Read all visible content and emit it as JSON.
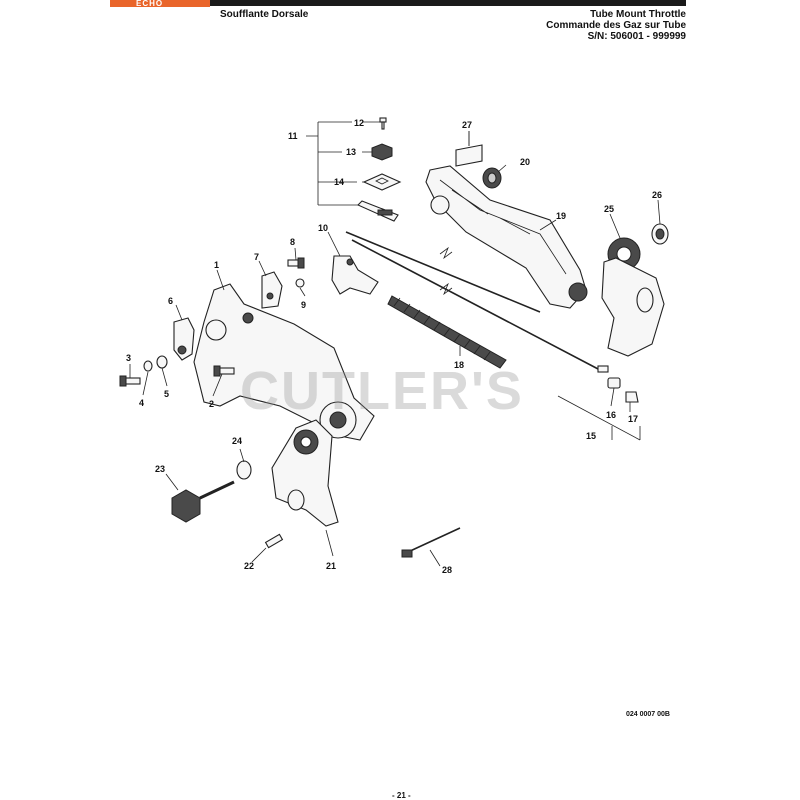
{
  "header": {
    "brand": "ECHO",
    "title_left": "Soufflante Dorsale",
    "title_right": [
      "Tube Mount Throttle",
      "Commande des Gaz sur Tube",
      "S/N: 506001 - 999999"
    ]
  },
  "watermark": "CUTLER'S",
  "drawing_number": "024 0007 00B",
  "page_number": "- 21 -",
  "callouts": [
    "1",
    "2",
    "3",
    "4",
    "5",
    "6",
    "7",
    "8",
    "9",
    "10",
    "11",
    "12",
    "13",
    "14",
    "15",
    "16",
    "17",
    "18",
    "19",
    "20",
    "21",
    "22",
    "23",
    "24",
    "25",
    "26",
    "27",
    "28"
  ],
  "colors": {
    "brand": "#e9652a",
    "ink": "#111111"
  }
}
